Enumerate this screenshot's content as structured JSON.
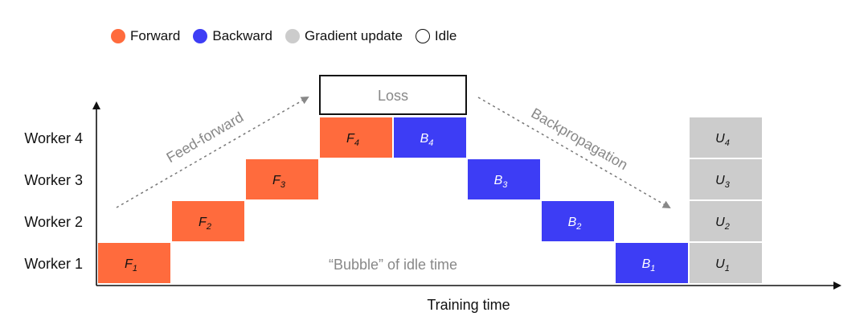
{
  "legend": [
    {
      "label": "Forward",
      "color": "#FF6B3D",
      "kind": "forward"
    },
    {
      "label": "Backward",
      "color": "#3D3DF5",
      "kind": "backward"
    },
    {
      "label": "Gradient update",
      "color": "#CCCCCC",
      "kind": "update"
    },
    {
      "label": "Idle",
      "color": "#FFFFFF",
      "kind": "idle"
    }
  ],
  "workers": [
    "Worker 4",
    "Worker 3",
    "Worker 2",
    "Worker 1"
  ],
  "x_axis_label": "Training time",
  "annotations": {
    "feed_forward": "Feed-forward",
    "backpropagation": "Backpropagation",
    "loss": "Loss",
    "bubble": "“Bubble” of idle time"
  },
  "blocks": [
    {
      "kind": "forward",
      "letter": "F",
      "sub": "1",
      "worker": "Worker 1",
      "step": 0
    },
    {
      "kind": "forward",
      "letter": "F",
      "sub": "2",
      "worker": "Worker 2",
      "step": 1
    },
    {
      "kind": "forward",
      "letter": "F",
      "sub": "3",
      "worker": "Worker 3",
      "step": 2
    },
    {
      "kind": "forward",
      "letter": "F",
      "sub": "4",
      "worker": "Worker 4",
      "step": 3
    },
    {
      "kind": "backward",
      "letter": "B",
      "sub": "4",
      "worker": "Worker 4",
      "step": 4
    },
    {
      "kind": "backward",
      "letter": "B",
      "sub": "3",
      "worker": "Worker 3",
      "step": 5
    },
    {
      "kind": "backward",
      "letter": "B",
      "sub": "2",
      "worker": "Worker 2",
      "step": 6
    },
    {
      "kind": "backward",
      "letter": "B",
      "sub": "1",
      "worker": "Worker 1",
      "step": 7
    },
    {
      "kind": "update",
      "letter": "U",
      "sub": "4",
      "worker": "Worker 4",
      "step": 8
    },
    {
      "kind": "update",
      "letter": "U",
      "sub": "3",
      "worker": "Worker 3",
      "step": 8
    },
    {
      "kind": "update",
      "letter": "U",
      "sub": "2",
      "worker": "Worker 2",
      "step": 8
    },
    {
      "kind": "update",
      "letter": "U",
      "sub": "1",
      "worker": "Worker 1",
      "step": 8
    }
  ],
  "colors": {
    "forward": "#FF6B3D",
    "backward": "#3D3DF5",
    "update": "#CCCCCC",
    "forward_text": "#111111",
    "backward_text": "#FFFFFF",
    "update_text": "#111111"
  }
}
